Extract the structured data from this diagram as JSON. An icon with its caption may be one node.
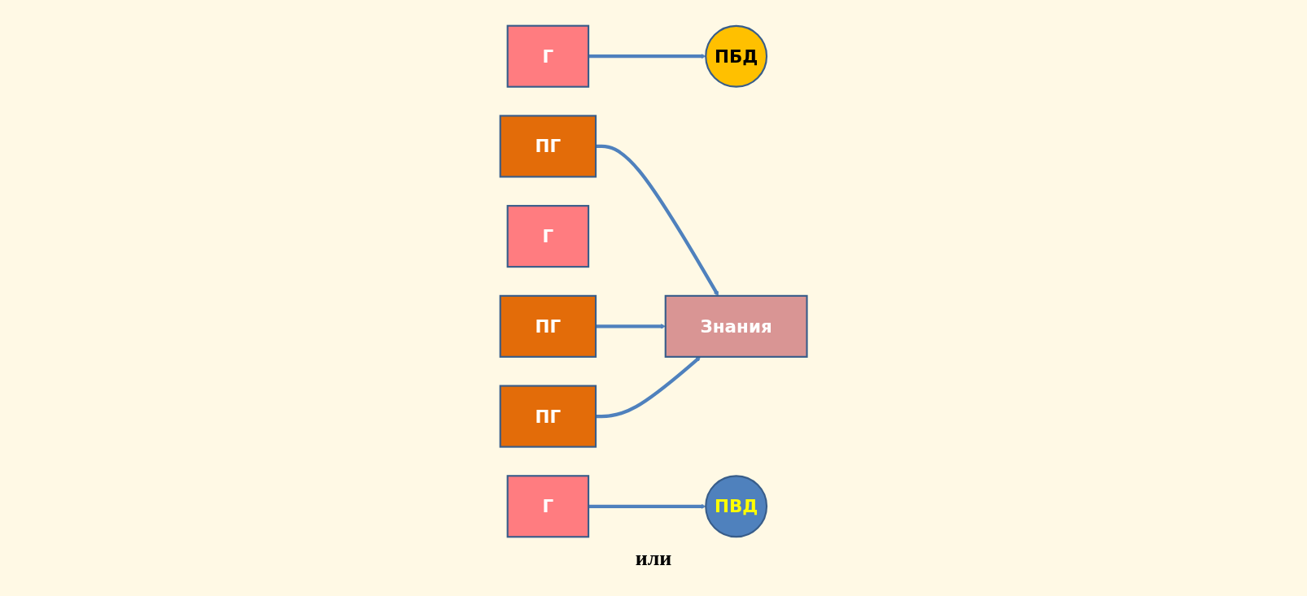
{
  "diagram": {
    "nodes": [
      {
        "text": [
          "Г"
        ]
      },
      {
        "text": [
          "ПБД"
        ]
      },
      {
        "text": [
          "ПГ"
        ]
      },
      {
        "text": [
          "Г"
        ]
      },
      {
        "text": [
          "ПГ"
        ]
      },
      {
        "text": [
          "Знания"
        ]
      },
      {
        "text": [
          "Г"
        ]
      },
      {
        "text": [
          "ПВД"
        ]
      },
      {
        "text": [
          "ПГ"
        ]
      }
    ],
    "edges": [
      {
        "from": 0,
        "to": 1,
        "arrow": "to"
      },
      {
        "from": 6,
        "to": 7,
        "arrow": "to"
      },
      {
        "from": 2,
        "to": 5,
        "arrow": "to"
      },
      {
        "from": 4,
        "to": 5,
        "arrow": "to"
      },
      {
        "from": 8,
        "to": 5,
        "arrow": "to"
      }
    ],
    "labels": [
      "или"
    ]
  }
}
